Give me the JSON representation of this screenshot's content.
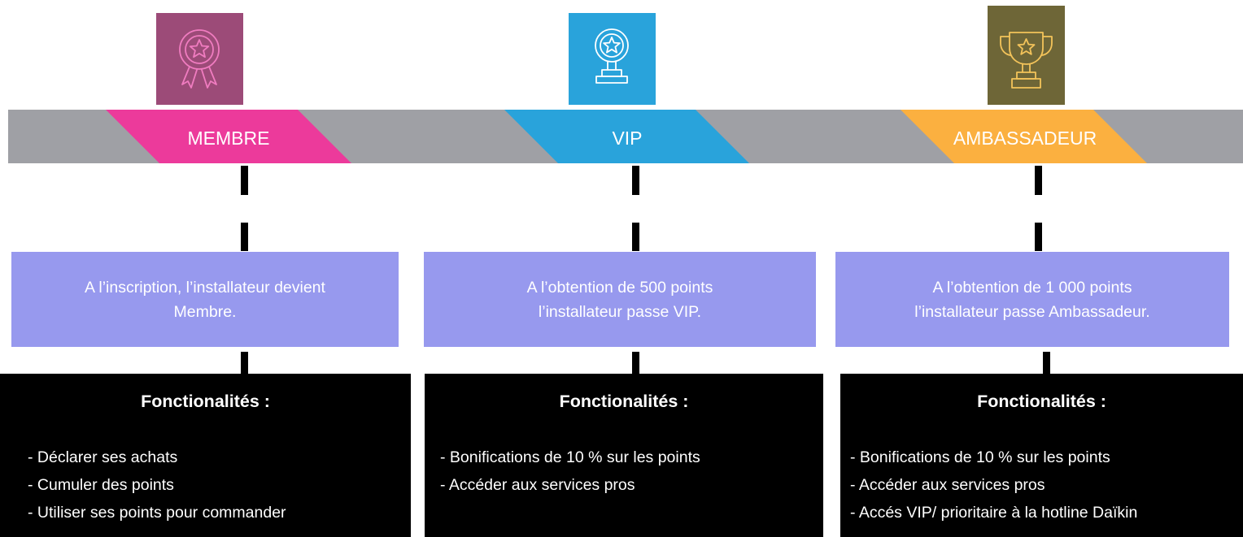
{
  "colors": {
    "band": "#9fa0a5",
    "membre": "#ec3a9b",
    "vip": "#29a3db",
    "ambassadeur": "#fbb040",
    "membre_icon_bg": "#9c4b78",
    "vip_icon_bg": "#29a3db",
    "ambassadeur_icon_bg": "#6e6637",
    "description_bg": "#9799ee",
    "features_bg": "#000000"
  },
  "tiers": [
    {
      "name": "MEMBRE",
      "icon": "award-ribbon-star-icon",
      "description": [
        "A l’inscription, l’installateur devient",
        "Membre."
      ],
      "features_title": "Fonctionalités :",
      "features": [
        "- Déclarer ses achats",
        "- Cumuler des points",
        "- Utiliser ses points pour commander"
      ]
    },
    {
      "name": "VIP",
      "icon": "star-medal-podium-icon",
      "description": [
        "A l’obtention de 500 points",
        "l’installateur passe VIP."
      ],
      "features_title": "Fonctionalités :",
      "features": [
        "- Bonifications de 10 % sur les points",
        "- Accéder aux services pros"
      ]
    },
    {
      "name": "AMBASSADEUR",
      "icon": "trophy-star-icon",
      "description": [
        "A l’obtention de 1 000 points",
        "l’installateur passe Ambassadeur."
      ],
      "features_title": "Fonctionalités :",
      "features": [
        "- Bonifications de 10 % sur les points",
        "- Accéder aux services pros",
        "- Accés VIP/ prioritaire à la hotline Daïkin"
      ]
    }
  ]
}
